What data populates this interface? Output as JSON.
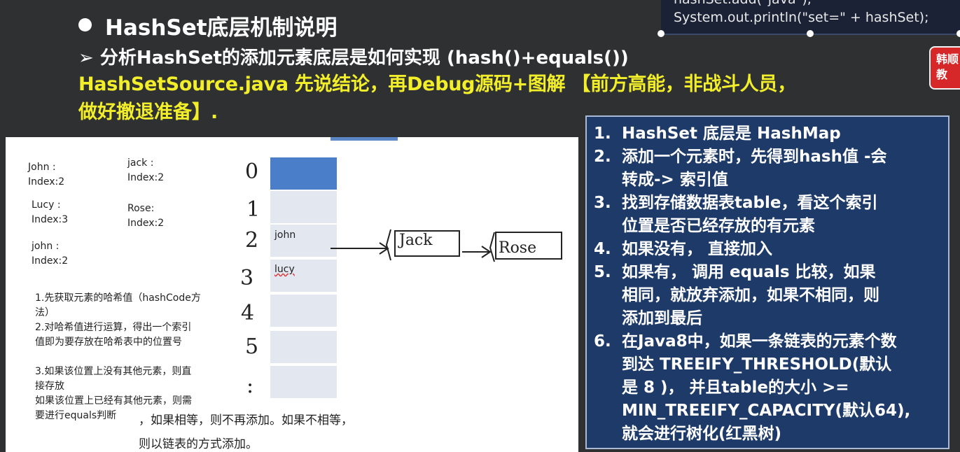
{
  "code": {
    "line1": "hashSet.add(\"java\");",
    "line2": "System.out.println(\"set=\" + hashSet);"
  },
  "slide": {
    "title": "HashSet底层机制说明",
    "subtitle": "➢ 分析HashSet的添加元素底层是如何实现 (hash()+equals())",
    "highlight_line1": "HashSetSource.java  先说结论，再Debug源码+图解 【前方高能，非战斗人员，",
    "highlight_line2": "做好撤退准备】."
  },
  "logo": {
    "text1": "韩顺",
    "text2": "教"
  },
  "board": {
    "notes": {
      "john_a": "John :",
      "john_a_idx": "Index:2",
      "lucy": "Lucy :",
      "lucy_idx": "Index:3",
      "john_b": "john :",
      "john_b_idx": "Index:2",
      "jack": "jack :",
      "jack_idx": "Index:2",
      "rose": "Rose:",
      "rose_idx": "Index:2"
    },
    "indices": [
      "0",
      "1",
      "2",
      "3",
      "4",
      "5",
      ":"
    ],
    "cells": [
      "",
      "",
      "john",
      "lucy",
      "",
      "",
      ""
    ],
    "chain": {
      "node1": "Jack",
      "node2": "Rose"
    },
    "steps": [
      "1.先获取元素的哈希值（hashCode方",
      "法）",
      "2.对哈希值进行运算，得出一个索引",
      "值即为要存放在哈希表中的位置号",
      "",
      "3.如果该位置上没有其他元素，则直",
      "接存放",
      "如果该位置上已经有其他元素，则需",
      "要进行equals判断"
    ],
    "tail1": "，如果相等，则不再添加。如果不相等，",
    "tail2": "则以链表的方式添加。"
  },
  "summary": [
    {
      "num": "1.",
      "text": "HashSet 底层是 HashMap"
    },
    {
      "num": "2.",
      "text": "添加一个元素时，先得到hash值 -会\n转成-> 索引值"
    },
    {
      "num": "3.",
      "text": "找到存储数据表table，看这个索引\n位置是否已经存放的有元素"
    },
    {
      "num": "4.",
      "text": "如果没有， 直接加入"
    },
    {
      "num": "5.",
      "text": "如果有， 调用 equals 比较，如果\n相同，就放弃添加，如果不相同，则\n添加到最后"
    },
    {
      "num": "6.",
      "text": "在Java8中，如果一条链表的元素个数\n到达 TREEIFY_THRESHOLD(默认\n是 8 )， 并且table的大小 >=\nMIN_TREEIFY_CAPACITY(默认64),\n就会进行树化(红黑树)"
    }
  ],
  "colors": {
    "accent": "#f2ee2a",
    "panel": "#1d3a68",
    "table_head": "#4a7ec8"
  }
}
